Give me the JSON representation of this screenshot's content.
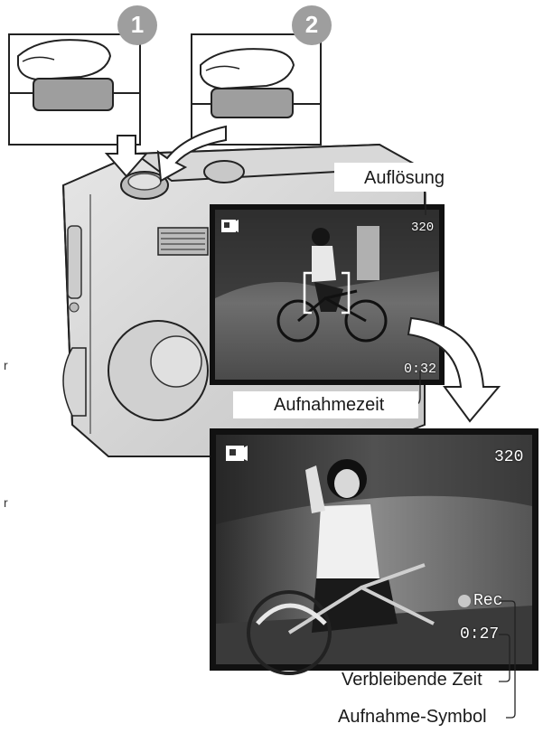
{
  "steps": {
    "step1": "1",
    "step2": "2"
  },
  "labels": {
    "resolution": "Auflösung",
    "recording_time": "Aufnahmezeit",
    "remaining_time": "Verbleibende Zeit",
    "recording_symbol": "Aufnahme-Symbol"
  },
  "screen_top": {
    "resolution": "320",
    "time": "0:32"
  },
  "screen_bottom": {
    "resolution": "320",
    "rec": "Rec",
    "time": "0:27"
  },
  "stray_text": {
    "a": "r",
    "b": "r"
  },
  "icons": {
    "movie_mode": "movie-camera-icon",
    "rec_dot": "rec-dot-icon"
  }
}
